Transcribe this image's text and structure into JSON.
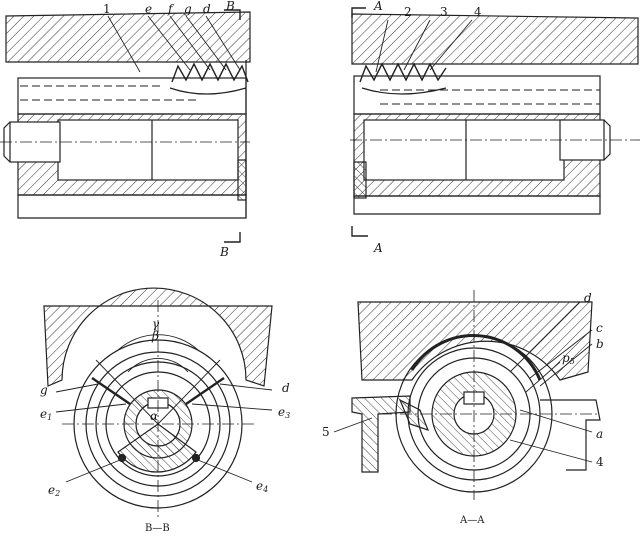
{
  "top_left": {
    "labels": {
      "part_1": "1",
      "e": "e",
      "f": "f",
      "g": "g",
      "d": "d",
      "section_mark": "B"
    },
    "section_mark_bottom": "B"
  },
  "top_right": {
    "labels": {
      "section_mark": "A",
      "part_2": "2",
      "part_3": "3",
      "part_4": "4"
    },
    "section_mark_bottom": "A"
  },
  "bottom_left": {
    "labels": {
      "gamma": "γ",
      "beta": "β",
      "alpha": "α",
      "g": "g",
      "d": "d",
      "e1": "e",
      "e1_sub": "1",
      "e3": "e",
      "e3_sub": "3",
      "e2": "e",
      "e2_sub": "2",
      "e4": "e",
      "e4_sub": "4"
    },
    "caption": "B—B"
  },
  "bottom_right": {
    "labels": {
      "d": "d",
      "c": "c",
      "b": "b",
      "p5": "p",
      "p5_sub": "5",
      "a": "a",
      "part_4": "4",
      "part_5": "5"
    },
    "caption": "A—A"
  }
}
